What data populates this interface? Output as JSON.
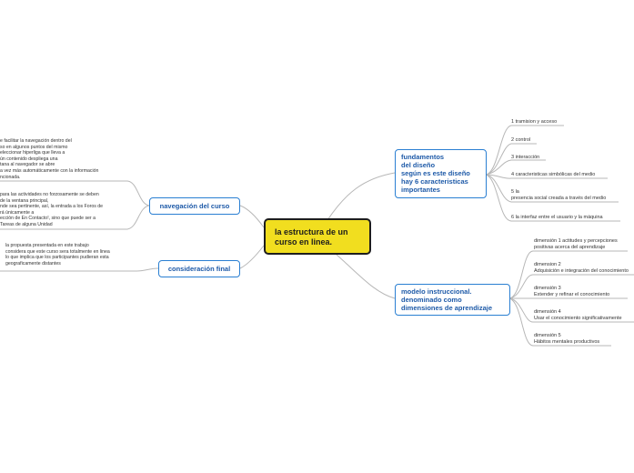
{
  "central": {
    "label": "la estructura de un\ncurso en linea."
  },
  "branches": {
    "fundamentos": {
      "label": "fundamentos\ndel diseño\nsegún es este diseño\nhay 6 caracteristicas\nimportantes",
      "items": [
        "1 tramision y acceso",
        "2 control",
        "3 interacción",
        "4 caracteristicas simbólicas del medio",
        "5 la\npresencia social creada a través del medio",
        "6  la interfaz entre el usuario y la máquina"
      ]
    },
    "modelo": {
      "label": "modelo instruccional.\ndenominado como\ndimensiones de aprendizaje",
      "items": [
        "dimensión 1 actitudes y percepciones\npositivas acerca del aprendizaje",
        "dimension 2\nAdquisición e integración del conocimiento",
        "dimensión 3\nExtender y refinar el conocimiento",
        "dimensión 4\nUsar el conocimiento significativamente",
        "dimensión 5\n Hábitos mentales productivos"
      ]
    },
    "navegacion": {
      "label": "navegación del curso",
      "items": [
        "e facilitar la navegación dentro del\nso en algunos puntos del mismo\neleccionar hiperliga que lleva a\nún contenido despliega una\ntana al navegador se abre\na vez más automáticamente con la información\nncionada.",
        "para las actividades no forzosamente se deben\nde la ventana principal,\nnde sea pertinente, así, la entrada a los Foros de\nrá únicamente a\necciòn de En Contacto!, sino que puede ser a\nTareas de alguna Unidad"
      ]
    },
    "consideracion": {
      "label": "consideración final",
      "items": [
        "la propuesta presentada  en este trabajo\nconsidera que este curso sera totalmente en linea\nlo que implica que los participantes pudieran esta\ngeograficamente distantes"
      ]
    }
  },
  "colors": {
    "central_fill": "#f1de1f",
    "central_border": "#1d1d1d",
    "branch_border": "#2a7fd2",
    "branch_text": "#1e5aa8",
    "connector": "#b7b7b7"
  }
}
